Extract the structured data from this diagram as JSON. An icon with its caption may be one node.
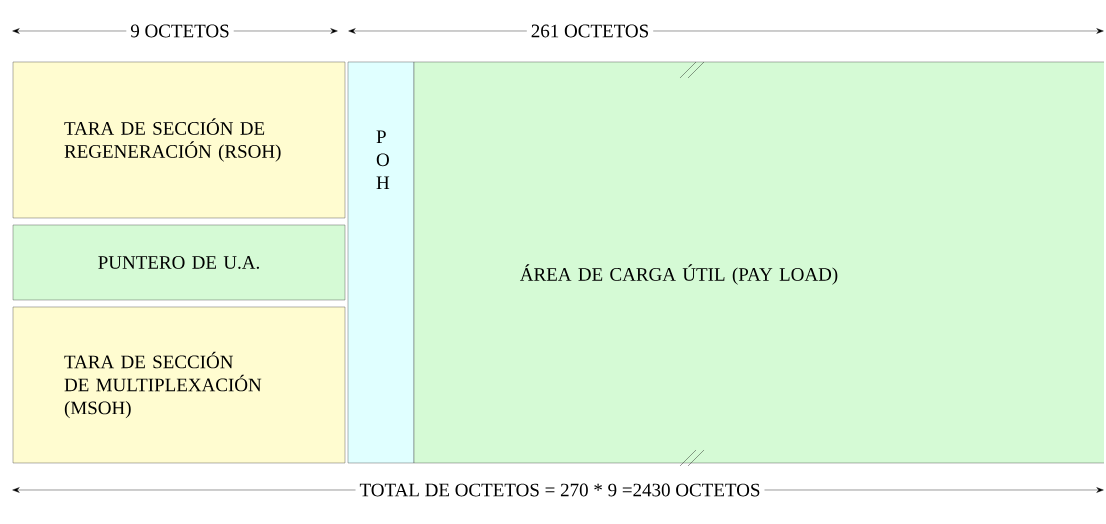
{
  "diagram": {
    "nodes": [
      {
        "text": [
          "TARA DE SECCIÓN DE REGENERACIÓN (RSOH)"
        ]
      },
      {
        "text": [
          "PUNTERO DE U.A."
        ]
      },
      {
        "text": [
          "TARA DE SECCIÓN DE MULTIPLEXACIÓN (MSOH)"
        ]
      },
      {
        "text": [
          "P O H"
        ]
      },
      {
        "text": [
          "ÁREA DE CARGA ÚTIL (PAY LOAD)"
        ]
      }
    ],
    "labels": [
      "9 OCTETOS",
      "261 OCTETOS",
      "TOTAL DE OCTETOS = 270 * 9 =2430 OCTETOS"
    ]
  }
}
